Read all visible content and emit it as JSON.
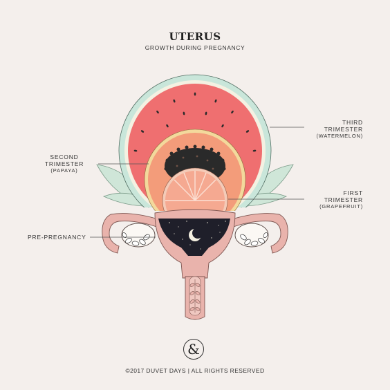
{
  "header": {
    "title": "UTERUS",
    "subtitle": "GROWTH DURING PREGNANCY"
  },
  "labels": {
    "third": {
      "line1": "THIRD",
      "line2": "TRIMESTER",
      "line3": "(WATERMELON)"
    },
    "second": {
      "line1": "SECOND",
      "line2": "TRIMESTER",
      "line3": "(PAPAYA)"
    },
    "first": {
      "line1": "FIRST",
      "line2": "TRIMESTER",
      "line3": "(GRAPEFRUIT)"
    },
    "pre": {
      "line1": "PRE-PREGNANCY"
    }
  },
  "footer": {
    "logo_glyph": "&",
    "copyright": "©2017 DUVET DAYS  |  ALL RIGHTS RESERVED"
  },
  "colors": {
    "background": "#f4efec",
    "watermelon_rind": "#c9e6da",
    "watermelon_flesh": "#ef6f70",
    "papaya_skin": "#f3d99c",
    "papaya_flesh": "#f39c7a",
    "grapefruit": "#f5a991",
    "uterus": "#e9b3ac",
    "leaf": "#cfe6d8",
    "line": "#555555"
  }
}
